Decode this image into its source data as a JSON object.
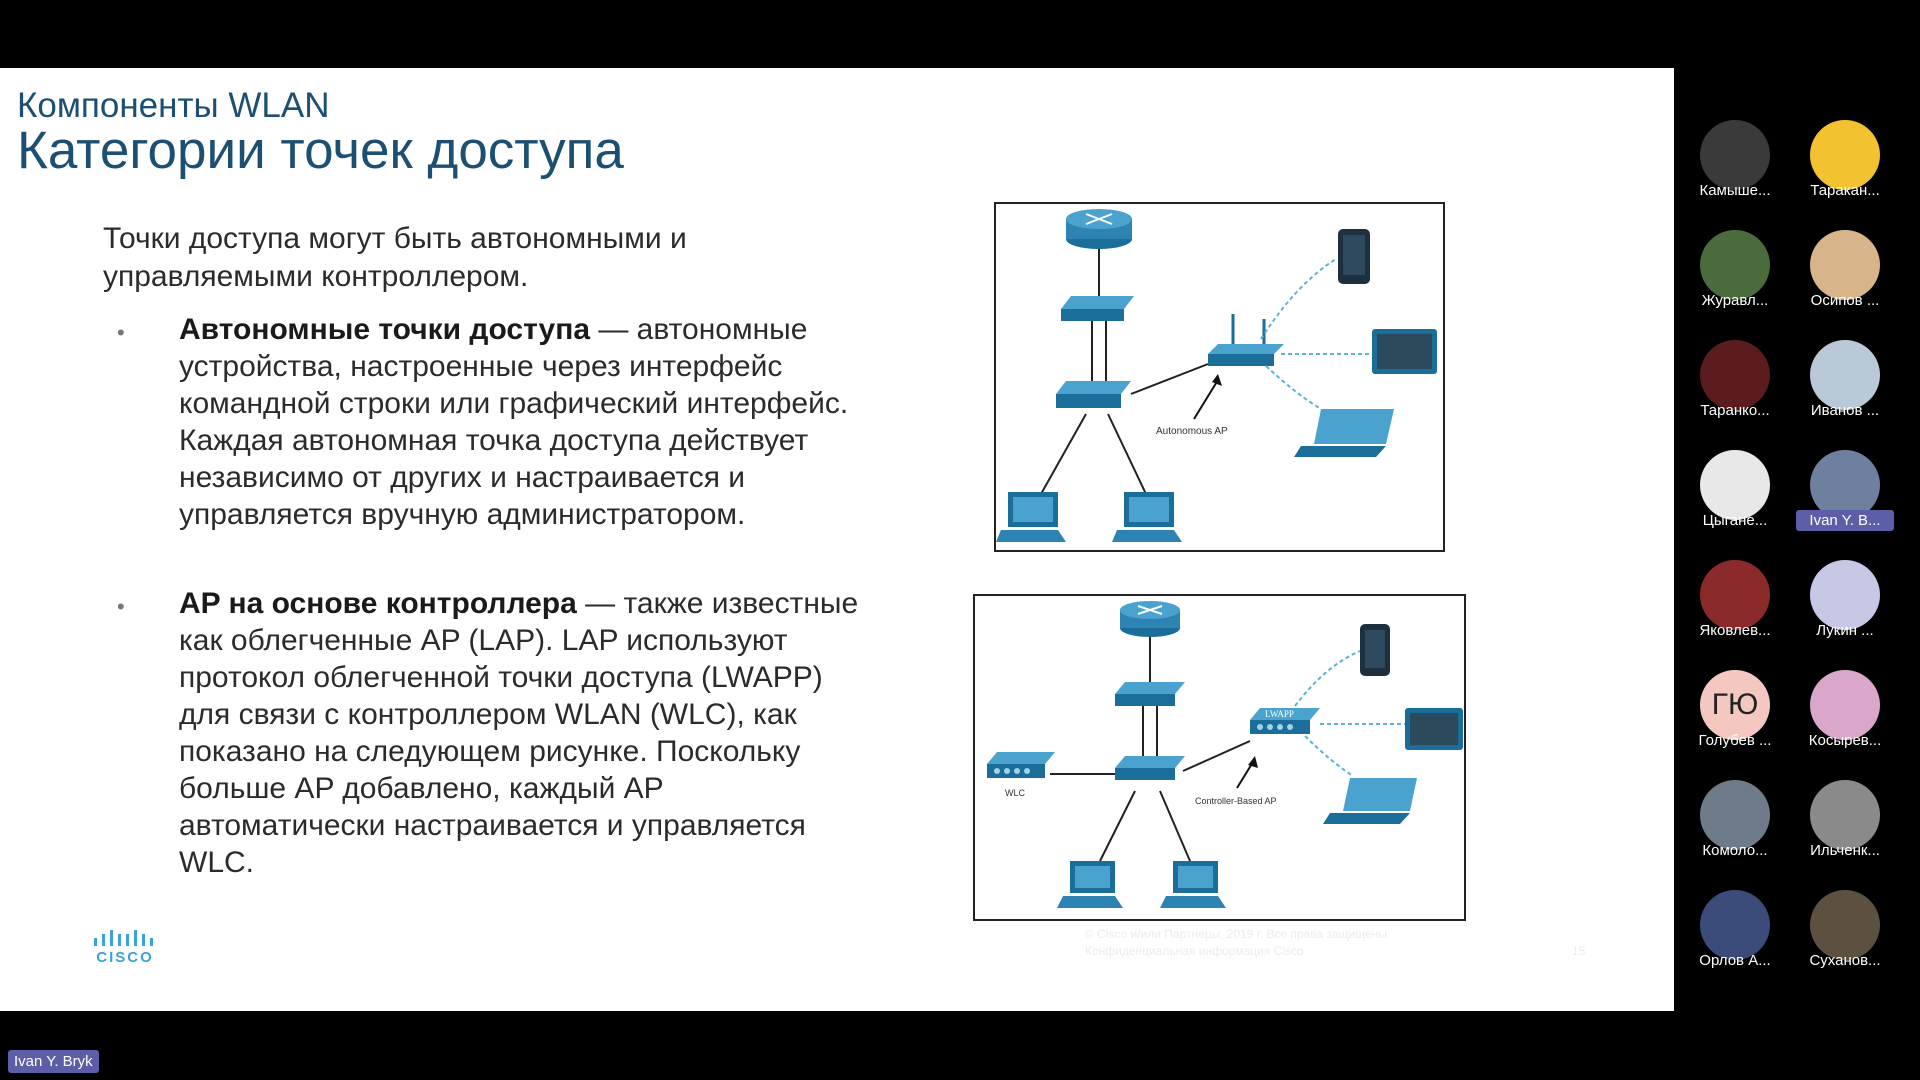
{
  "slide": {
    "subtitle": "Компоненты WLAN",
    "title": "Категории точек доступа",
    "intro": "Точки доступа могут быть автономными и управляемыми контроллером.",
    "bullets": [
      {
        "bold": "Автономные точки доступа",
        "text": " — автономные устройства, настроенные через интерфейс командной строки или графический интерфейс. Каждая автономная точка доступа действует независимо от других и настраивается и управляется вручную администратором."
      },
      {
        "bold": "AP на основе контроллера",
        "text": " — также известные как облегченные AP (LAP). LAP используют протокол облегченной точки доступа (LWAPP) для связи с контроллером WLAN (WLC), как показано на следующем рисунке. Поскольку больше AP добавлено, каждый AP автоматически настраивается и управляется WLC."
      }
    ],
    "diagram1": {
      "ap_label": "Autonomous AP"
    },
    "diagram2": {
      "ap_label": "Controller-Based AP",
      "lwapp_label": "LWAPP",
      "wlc_label": "WLC"
    },
    "logo_text": "CISCO",
    "copyright_line1": "© Cisco и/или Партнеры, 2019 г. Все права защищены.",
    "copyright_line2": "Конфиденциальная информация Cisco",
    "page_number": "15"
  },
  "participants": [
    {
      "name": "Камыше...",
      "color": "#3a3a3a",
      "initials": ""
    },
    {
      "name": "Таракан...",
      "color": "#f2c230",
      "initials": ""
    },
    {
      "name": "Журавл...",
      "color": "#4a6b3c",
      "initials": ""
    },
    {
      "name": "Осипов ...",
      "color": "#d8b48a",
      "initials": ""
    },
    {
      "name": "Таранко...",
      "color": "#5a1c1c",
      "initials": ""
    },
    {
      "name": "Иванов ...",
      "color": "#b9c9d8",
      "initials": ""
    },
    {
      "name": "Цыгане...",
      "color": "#e8e8e8",
      "initials": ""
    },
    {
      "name": "Ivan Y. B...",
      "color": "#6e7fa0",
      "initials": ""
    },
    {
      "name": "Яковлев...",
      "color": "#8a2a2a",
      "initials": ""
    },
    {
      "name": "Лукин ...",
      "color": "#c7c7e6",
      "initials": ""
    },
    {
      "name": "Голубев ...",
      "color": "#f4c8c0",
      "initials": "ГЮ"
    },
    {
      "name": "Косырев...",
      "color": "#d9a7c9",
      "initials": ""
    },
    {
      "name": "Комоло...",
      "color": "#6d7c88",
      "initials": ""
    },
    {
      "name": "Ильченк...",
      "color": "#8a8a8a",
      "initials": ""
    },
    {
      "name": "Орлов А...",
      "color": "#3c4c7a",
      "initials": ""
    },
    {
      "name": "Суханов...",
      "color": "#5c5040",
      "initials": ""
    }
  ],
  "speaker_label": "Ivan Y. Bryk"
}
